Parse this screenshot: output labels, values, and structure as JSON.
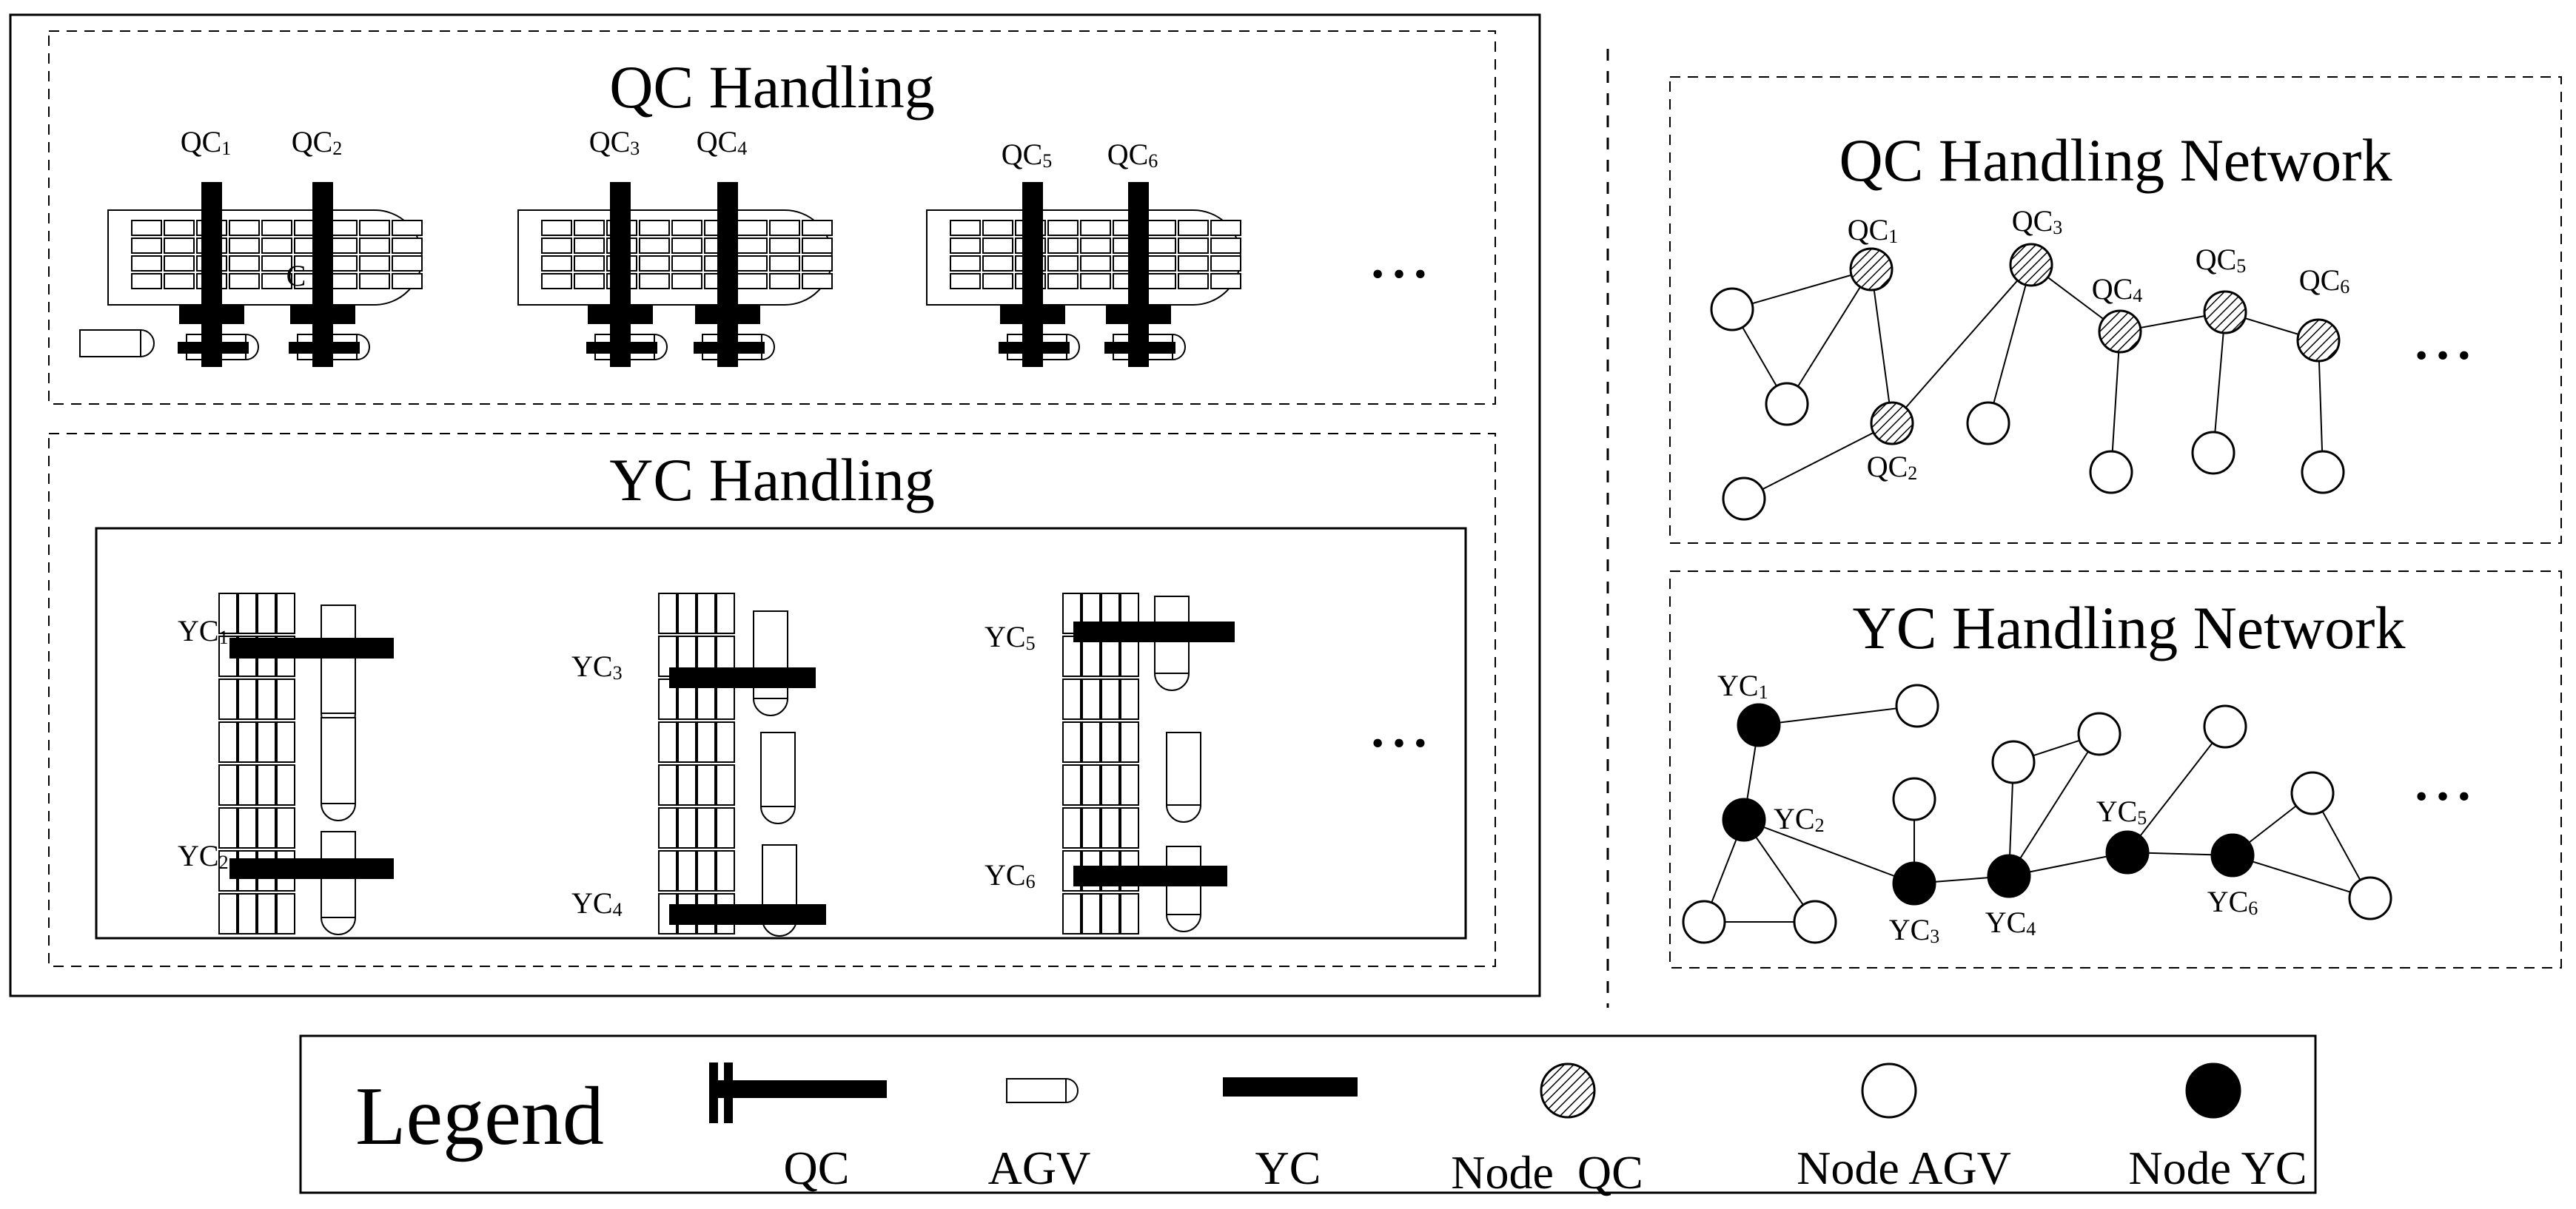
{
  "panels": {
    "qc_handling": {
      "title": "QC Handling"
    },
    "yc_handling": {
      "title": "YC Handling"
    },
    "qc_network": {
      "title": "QC Handling Network"
    },
    "yc_network": {
      "title": "YC Handling Network"
    }
  },
  "qc_labels": [
    {
      "base": "QC",
      "sub": "1"
    },
    {
      "base": "QC",
      "sub": "2"
    },
    {
      "base": "QC",
      "sub": "3"
    },
    {
      "base": "QC",
      "sub": "4"
    },
    {
      "base": "QC",
      "sub": "5"
    },
    {
      "base": "QC",
      "sub": "6"
    }
  ],
  "yc_labels": [
    {
      "base": "YC",
      "sub": "1"
    },
    {
      "base": "YC",
      "sub": "2"
    },
    {
      "base": "YC",
      "sub": "3"
    },
    {
      "base": "YC",
      "sub": "4"
    },
    {
      "base": "YC",
      "sub": "5"
    },
    {
      "base": "YC",
      "sub": "6"
    }
  ],
  "ship_marker": "C",
  "continuation": "• • •",
  "legend": {
    "title": "Legend",
    "items": [
      {
        "key": "qc",
        "label": "QC"
      },
      {
        "key": "agv",
        "label": "AGV"
      },
      {
        "key": "yc",
        "label": "YC"
      },
      {
        "key": "node_qc",
        "label": "Node  QC"
      },
      {
        "key": "node_agv",
        "label": "Node AGV"
      },
      {
        "key": "node_yc",
        "label": "Node YC"
      }
    ]
  }
}
